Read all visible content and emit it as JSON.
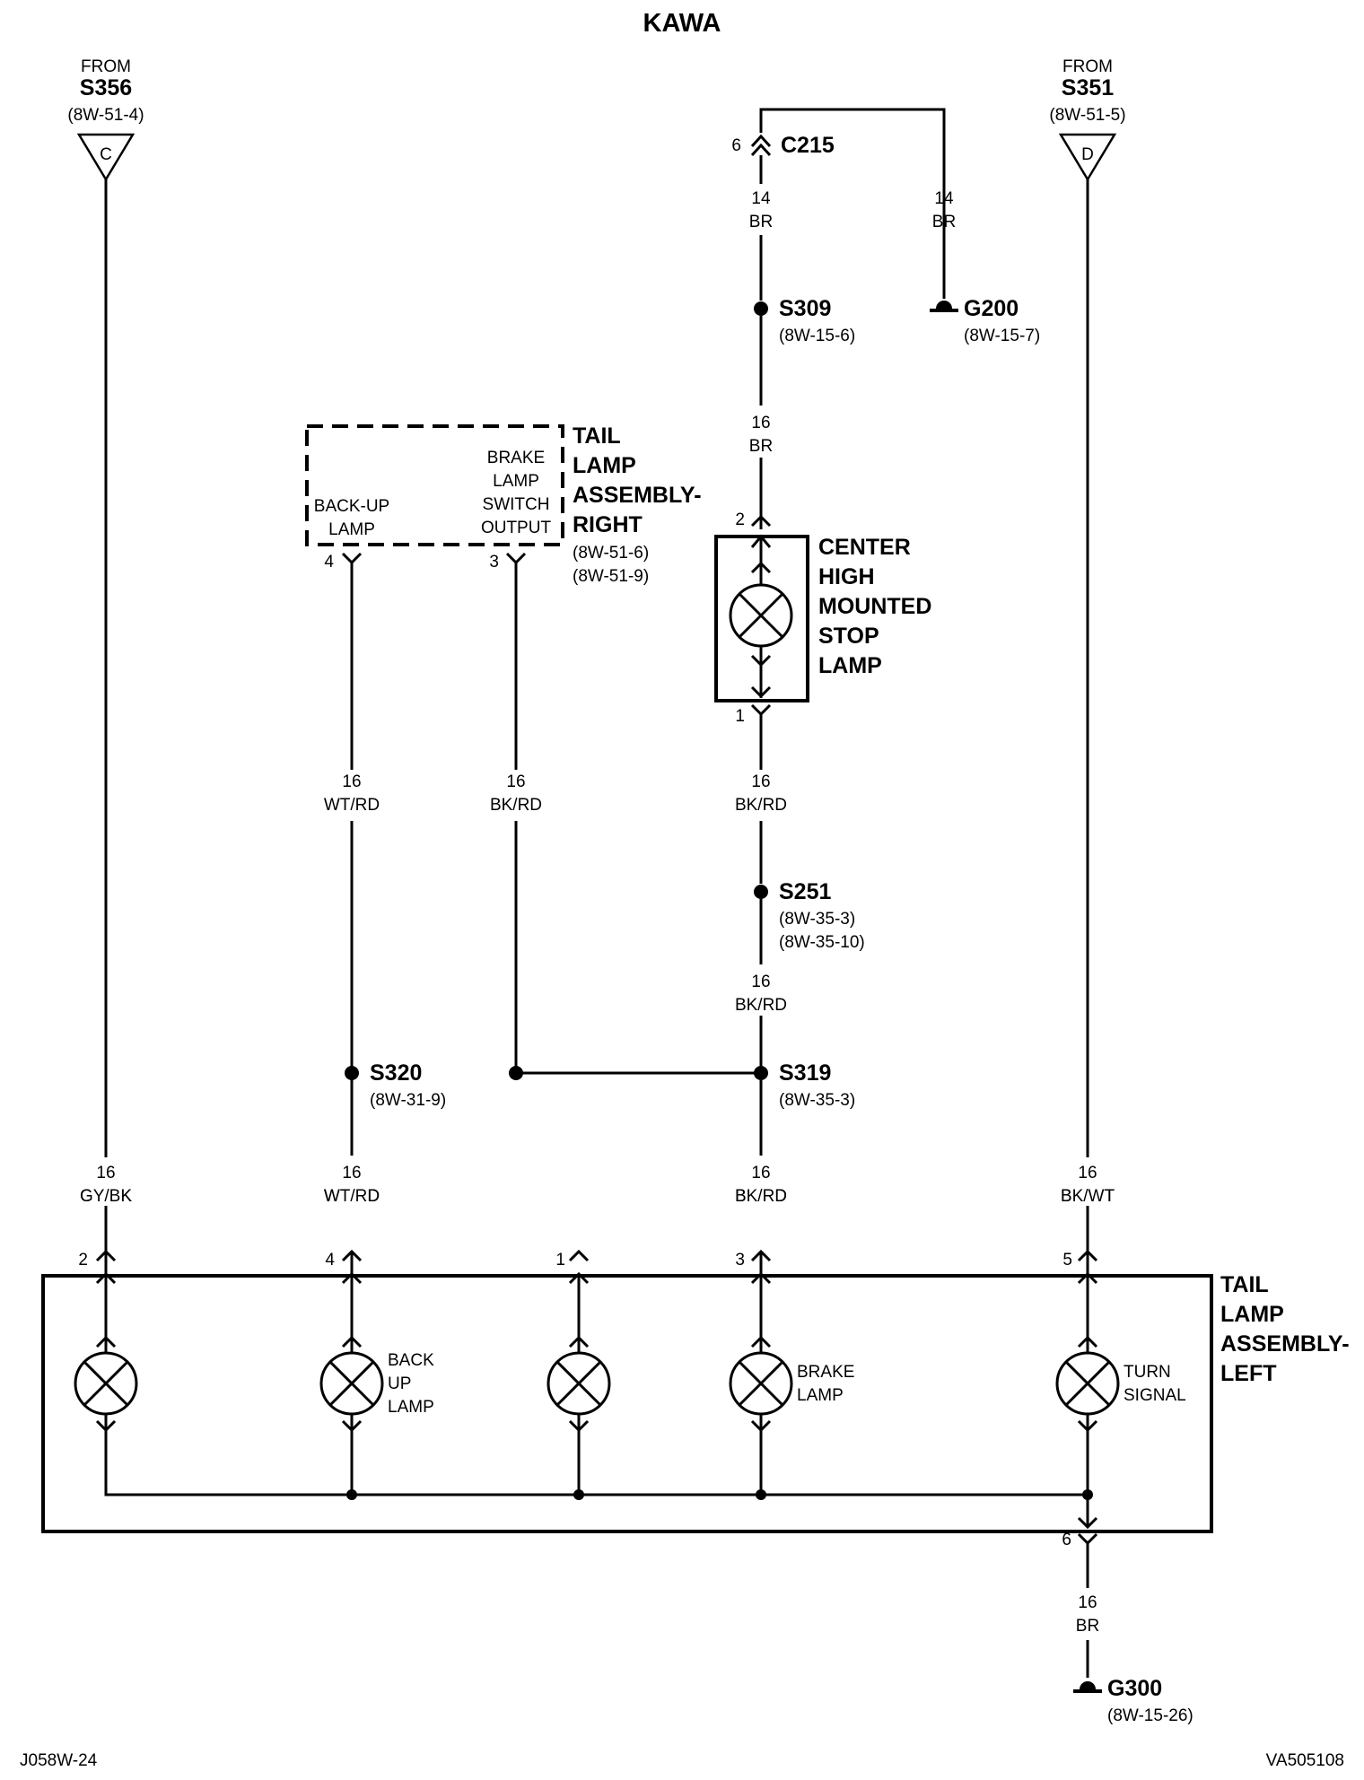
{
  "title": "KAWA",
  "footer": {
    "left": "J058W-24",
    "right": "VA505108"
  },
  "from_left": {
    "from": "FROM",
    "splice": "S356",
    "ref": "(8W-51-4)",
    "letter": "C"
  },
  "from_right": {
    "from": "FROM",
    "splice": "S351",
    "ref": "(8W-51-5)",
    "letter": "D"
  },
  "c215": {
    "pin": "6",
    "name": "C215"
  },
  "wires": {
    "w_c215_s309": {
      "gauge": "14",
      "color": "BR"
    },
    "w_c215_g200": {
      "gauge": "14",
      "color": "BR"
    },
    "w_s309_chmsl": {
      "gauge": "16",
      "color": "BR"
    },
    "w_chmsl_s251": {
      "gauge": "16",
      "color": "BK/RD"
    },
    "w_s251_s319": {
      "gauge": "16",
      "color": "BK/RD"
    },
    "w_backup_right": {
      "gauge": "16",
      "color": "WT/RD"
    },
    "w_brake_right": {
      "gauge": "16",
      "color": "BK/RD"
    },
    "w_left_pin2": {
      "gauge": "16",
      "color": "GY/BK"
    },
    "w_left_pin4": {
      "gauge": "16",
      "color": "WT/RD"
    },
    "w_left_pin3": {
      "gauge": "16",
      "color": "BK/RD"
    },
    "w_left_pin5": {
      "gauge": "16",
      "color": "BK/WT"
    },
    "w_ground": {
      "gauge": "16",
      "color": "BR"
    }
  },
  "splices": {
    "s309": {
      "name": "S309",
      "ref": "(8W-15-6)"
    },
    "s251": {
      "name": "S251",
      "ref1": "(8W-35-3)",
      "ref2": "(8W-35-10)"
    },
    "s319": {
      "name": "S319",
      "ref": "(8W-35-3)"
    },
    "s320": {
      "name": "S320",
      "ref": "(8W-31-9)"
    }
  },
  "grounds": {
    "g200": {
      "name": "G200",
      "ref": "(8W-15-7)"
    },
    "g300": {
      "name": "G300",
      "ref": "(8W-15-26)"
    }
  },
  "tail_right": {
    "title_lines": [
      "TAIL",
      "LAMP",
      "ASSEMBLY-",
      "RIGHT"
    ],
    "refs": [
      "(8W-51-6)",
      "(8W-51-9)"
    ],
    "backup_label": [
      "BACK-UP",
      "LAMP"
    ],
    "brake_label": [
      "BRAKE",
      "LAMP",
      "SWITCH",
      "OUTPUT"
    ],
    "pin_backup": "4",
    "pin_brake": "3"
  },
  "chmsl": {
    "title_lines": [
      "CENTER",
      "HIGH",
      "MOUNTED",
      "STOP",
      "LAMP"
    ],
    "pin_top": "2",
    "pin_bottom": "1"
  },
  "tail_left": {
    "title_lines": [
      "TAIL",
      "LAMP",
      "ASSEMBLY-",
      "LEFT"
    ],
    "pins": [
      "2",
      "4",
      "1",
      "3",
      "5"
    ],
    "ground_pin": "6",
    "backup_label": [
      "BACK",
      "UP",
      "LAMP"
    ],
    "brake_label": [
      "BRAKE",
      "LAMP"
    ],
    "turn_label": [
      "TURN",
      "SIGNAL"
    ]
  }
}
